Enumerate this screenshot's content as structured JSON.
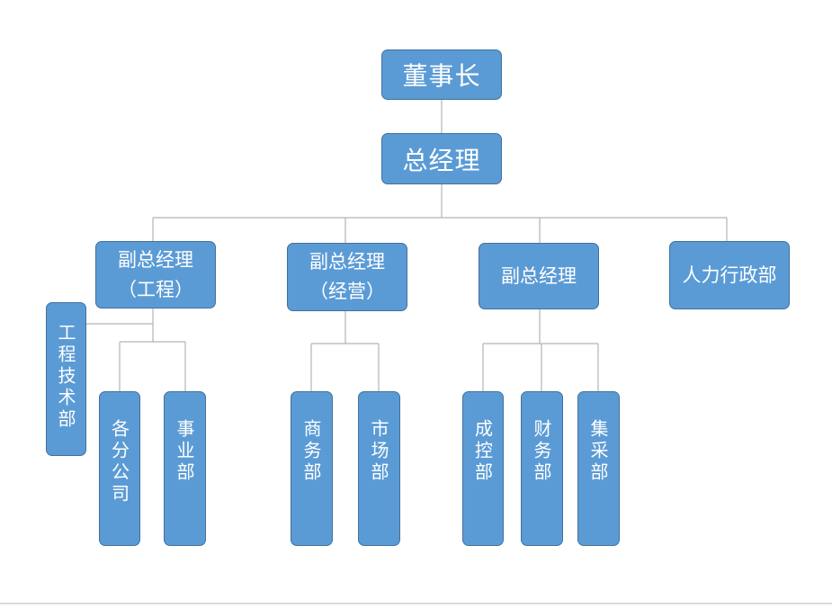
{
  "chairman": "董事长",
  "general_manager": "总经理",
  "vp_engineering": "副总经理\n（工程）",
  "vp_operations": "副总经理\n（经营）",
  "vp_general": "副总经理",
  "hr_admin": "人力行政部",
  "engineering_tech": "工程技术部",
  "branch_companies": "各分公司",
  "business_dept": "事业部",
  "commerce_dept": "商务部",
  "market_dept": "市场部",
  "cost_control": "成控部",
  "finance_dept": "财务部",
  "procurement_dept": "集采部",
  "colors": {
    "box_fill": "#5b9bd5",
    "box_border": "#41719c",
    "connector": "#b4b4b4",
    "text": "#ffffff"
  }
}
